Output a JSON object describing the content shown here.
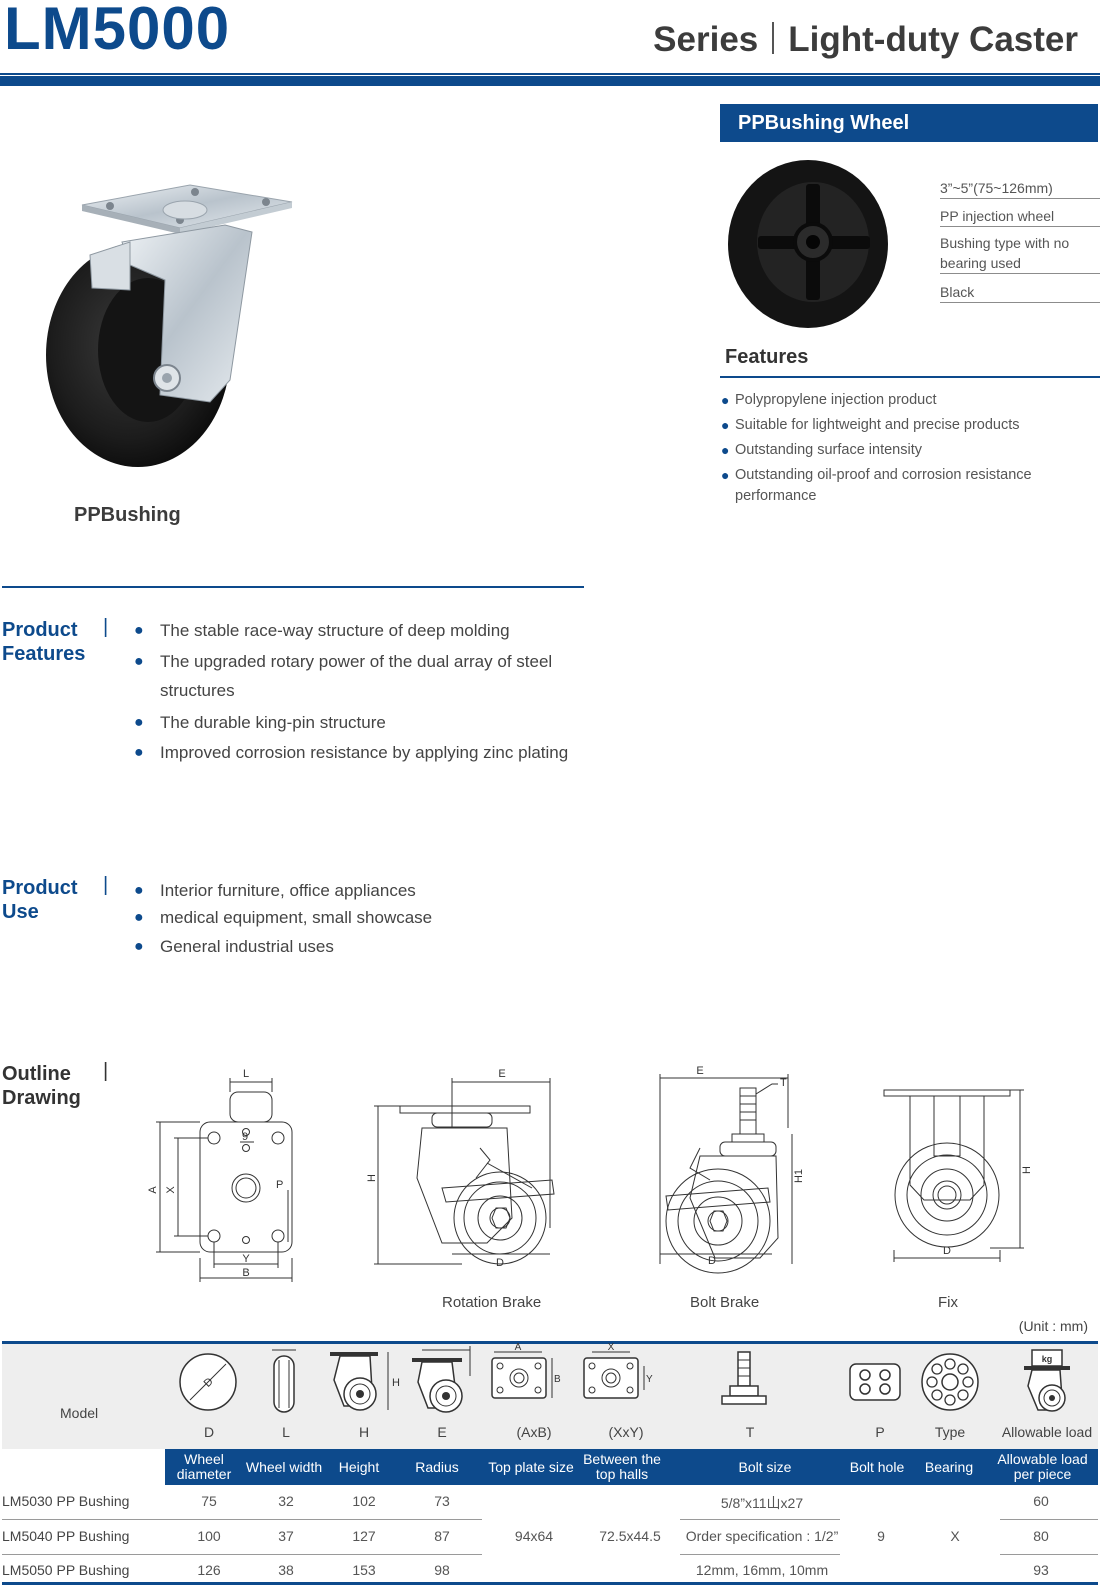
{
  "header": {
    "model_code": "LM5000",
    "series_word": "Series",
    "series_name": "Light-duty Caster"
  },
  "wheel_panel": {
    "tab_title": "PPBushing Wheel",
    "specs": [
      "3”~5”(75~126mm)",
      "PP injection wheel",
      "Bushing type with no bearing used",
      "Black"
    ],
    "features_title": "Features",
    "features": [
      "Polypropylene injection product",
      "Suitable for lightweight and precise products",
      "Outstanding surface intensity",
      "Outstanding oil-proof and corrosion resistance performance"
    ]
  },
  "product_label": "PPBushing",
  "product_features": {
    "title_line1": "Product",
    "title_line2": "Features",
    "items": [
      "The stable race-way structure of deep molding",
      "The upgraded rotary power of the dual array of steel structures",
      "The durable king-pin structure",
      "Improved corrosion resistance by applying zinc plating"
    ]
  },
  "product_use": {
    "title_line1": "Product",
    "title_line2": "Use",
    "items": [
      "Interior furniture, office appliances",
      "medical equipment, small showcase",
      "General industrial uses"
    ]
  },
  "outline_drawing": {
    "title_line1": "Outline",
    "title_line2": "Drawing",
    "labels": [
      "Rotation Brake",
      "Bolt Brake",
      "Fix"
    ],
    "dim_letters": {
      "L": "L",
      "A": "A",
      "X": "X",
      "Y": "Y",
      "B": "B",
      "P": "P",
      "nine": "9",
      "E": "E",
      "H": "H",
      "D": "D",
      "T": "T",
      "H1": "H1"
    }
  },
  "unit_note": "(Unit : mm)",
  "table": {
    "model_header": "Model",
    "icon_captions": [
      "D",
      "L",
      "H",
      "E",
      "(AxB)",
      "(XxY)",
      "T",
      "P",
      "Type",
      "Allowable load"
    ],
    "icon_letters": {
      "D": "D",
      "H": "H",
      "A": "A",
      "B": "B",
      "X": "X",
      "Y": "Y",
      "kg": "kg"
    },
    "headers": [
      "Wheel diameter",
      "Wheel width",
      "Height",
      "Radius",
      "Top plate size",
      "Between the top halls",
      "Bolt size",
      "Bolt hole",
      "Bearing",
      "Allowable load per piece"
    ],
    "rows": [
      {
        "model": "LM5030 PP Bushing",
        "d": "75",
        "l": "32",
        "h": "102",
        "e": "73",
        "bolt": "5/8”x11山x27",
        "load": "60"
      },
      {
        "model": "LM5040 PP Bushing",
        "d": "100",
        "l": "37",
        "h": "127",
        "e": "87",
        "bolt": "Order specification : 1/2”",
        "load": "80"
      },
      {
        "model": "LM5050 PP Bushing",
        "d": "126",
        "l": "38",
        "h": "153",
        "e": "98",
        "bolt": "12mm, 16mm, 10mm",
        "load": "93"
      }
    ],
    "shared": {
      "top_plate": "94x64",
      "between_halls": "72.5x44.5",
      "bolt_hole": "9",
      "bearing": "X"
    }
  },
  "colors": {
    "brand": "#0d4a8c",
    "band": "#eeeeee",
    "text": "#3a3a3a"
  }
}
